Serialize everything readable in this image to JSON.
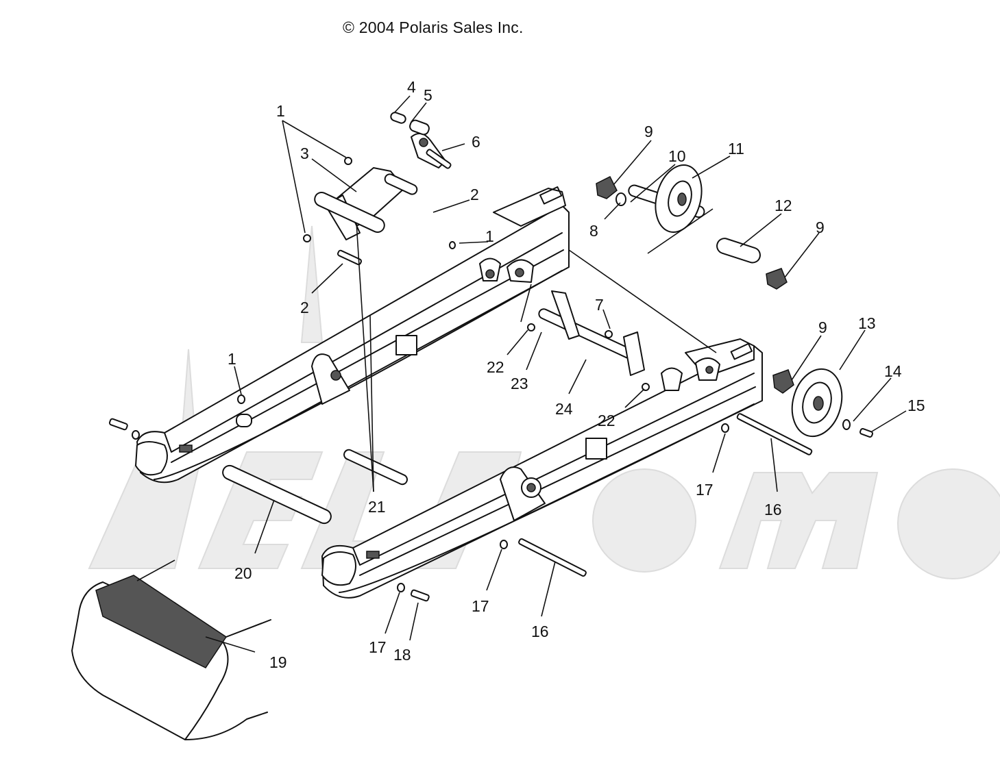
{
  "copyright": "© 2004 Polaris Sales Inc.",
  "callouts": [
    {
      "id": "c1a",
      "text": "1"
    },
    {
      "id": "c1b",
      "text": "1"
    },
    {
      "id": "c1c",
      "text": "1"
    },
    {
      "id": "c2a",
      "text": "2"
    },
    {
      "id": "c2b",
      "text": "2"
    },
    {
      "id": "c3",
      "text": "3"
    },
    {
      "id": "c4",
      "text": "4"
    },
    {
      "id": "c5",
      "text": "5"
    },
    {
      "id": "c6",
      "text": "6"
    },
    {
      "id": "c7",
      "text": "7"
    },
    {
      "id": "c8",
      "text": "8"
    },
    {
      "id": "c9a",
      "text": "9"
    },
    {
      "id": "c9b",
      "text": "9"
    },
    {
      "id": "c9c",
      "text": "9"
    },
    {
      "id": "c10",
      "text": "10"
    },
    {
      "id": "c11",
      "text": "11"
    },
    {
      "id": "c12",
      "text": "12"
    },
    {
      "id": "c13",
      "text": "13"
    },
    {
      "id": "c14",
      "text": "14"
    },
    {
      "id": "c15",
      "text": "15"
    },
    {
      "id": "c16a",
      "text": "16"
    },
    {
      "id": "c16b",
      "text": "16"
    },
    {
      "id": "c17a",
      "text": "17"
    },
    {
      "id": "c17b",
      "text": "17"
    },
    {
      "id": "c17c",
      "text": "17"
    },
    {
      "id": "c18",
      "text": "18"
    },
    {
      "id": "c19",
      "text": "19"
    },
    {
      "id": "c20",
      "text": "20"
    },
    {
      "id": "c21",
      "text": "21"
    },
    {
      "id": "c22a",
      "text": "22"
    },
    {
      "id": "c22b",
      "text": "22"
    },
    {
      "id": "c23",
      "text": "23"
    },
    {
      "id": "c24",
      "text": "24"
    }
  ]
}
